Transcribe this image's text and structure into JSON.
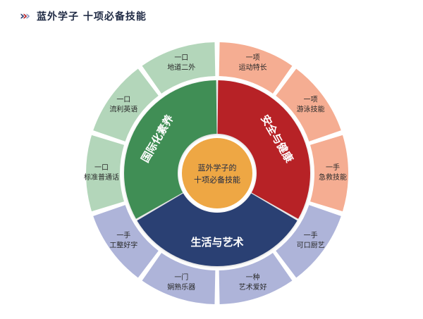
{
  "header": {
    "title": "蓝外学子  十项必备技能"
  },
  "center": {
    "line1": "蓝外学子的",
    "line2": "十项必备技能",
    "color": "#eea744"
  },
  "categories": [
    {
      "label": "国际化素养",
      "color": "#3f8e55",
      "skill_color": "#b3d6ba"
    },
    {
      "label": "安全与健康",
      "color": "#b72025",
      "skill_color": "#f5ad92"
    },
    {
      "label": "生活与艺术",
      "color": "#2b3f73",
      "skill_color": "#aeb4d9"
    }
  ],
  "skills": [
    {
      "line1": "一项",
      "line2": "运动特长",
      "category": 1
    },
    {
      "line1": "一项",
      "line2": "游泳技能",
      "category": 1
    },
    {
      "line1": "一手",
      "line2": "急救技能",
      "category": 1
    },
    {
      "line1": "一手",
      "line2": "可口厨艺",
      "category": 2
    },
    {
      "line1": "一种",
      "line2": "艺术爱好",
      "category": 2
    },
    {
      "line1": "一门",
      "line2": "娴熟乐器",
      "category": 2
    },
    {
      "line1": "一手",
      "line2": "工整好字",
      "category": 2
    },
    {
      "line1": "一口",
      "line2": "标准普通话",
      "category": 0
    },
    {
      "line1": "一口",
      "line2": "流利英语",
      "category": 0
    },
    {
      "line1": "一口",
      "line2": "地道二外",
      "category": 0
    }
  ]
}
